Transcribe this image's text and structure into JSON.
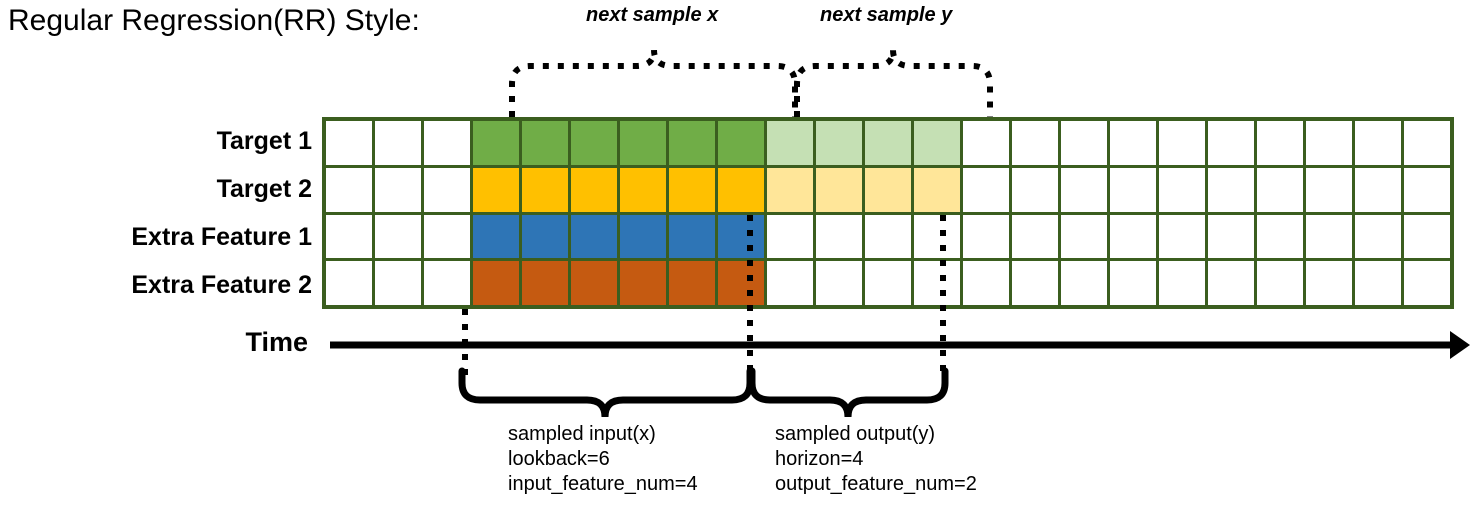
{
  "title": "Regular Regression(RR) Style:",
  "top_captions": {
    "next_sample_x": "next sample x",
    "next_sample_y": "next sample y"
  },
  "rows": [
    {
      "label": "Target 1",
      "key": "target-1"
    },
    {
      "label": "Target 2",
      "key": "target-2"
    },
    {
      "label": "Extra Feature 1",
      "key": "extra-feature-1"
    },
    {
      "label": "Extra Feature 2",
      "key": "extra-feature-2"
    }
  ],
  "axis": {
    "label": "Time"
  },
  "grid": {
    "columns": 23,
    "lead_white": 3,
    "input_window": 6,
    "output_window": 4,
    "trailing_white": 10,
    "cells": {
      "target-1": [
        "white",
        "white",
        "white",
        "green",
        "green",
        "green",
        "green",
        "green",
        "green",
        "lightgreen",
        "lightgreen",
        "lightgreen",
        "lightgreen",
        "white",
        "white",
        "white",
        "white",
        "white",
        "white",
        "white",
        "white",
        "white",
        "white"
      ],
      "target-2": [
        "white",
        "white",
        "white",
        "yellow",
        "yellow",
        "yellow",
        "yellow",
        "yellow",
        "yellow",
        "lightyellow",
        "lightyellow",
        "lightyellow",
        "lightyellow",
        "white",
        "white",
        "white",
        "white",
        "white",
        "white",
        "white",
        "white",
        "white",
        "white"
      ],
      "extra-feature-1": [
        "white",
        "white",
        "white",
        "blue",
        "blue",
        "blue",
        "blue",
        "blue",
        "blue",
        "white",
        "white",
        "white",
        "white",
        "white",
        "white",
        "white",
        "white",
        "white",
        "white",
        "white",
        "white",
        "white",
        "white"
      ],
      "extra-feature-2": [
        "white",
        "white",
        "white",
        "orange",
        "orange",
        "orange",
        "orange",
        "orange",
        "orange",
        "white",
        "white",
        "white",
        "white",
        "white",
        "white",
        "white",
        "white",
        "white",
        "white",
        "white",
        "white",
        "white",
        "white"
      ]
    }
  },
  "annotations": {
    "input": {
      "line1": "sampled input(x)",
      "line2": "lookback=6",
      "line3": "input_feature_num=4"
    },
    "output": {
      "line1": "sampled output(y)",
      "line2": "horizon=4",
      "line3": "output_feature_num=2"
    }
  },
  "colors": {
    "grid_border": "#3b5e1f",
    "target1_dark": "#70ad47",
    "target1_light": "#c5e0b4",
    "target2_dark": "#ffc000",
    "target2_light": "#ffe699",
    "extra1": "#2e75b6",
    "extra2": "#c55a11",
    "ink": "#000000",
    "background": "#ffffff"
  }
}
